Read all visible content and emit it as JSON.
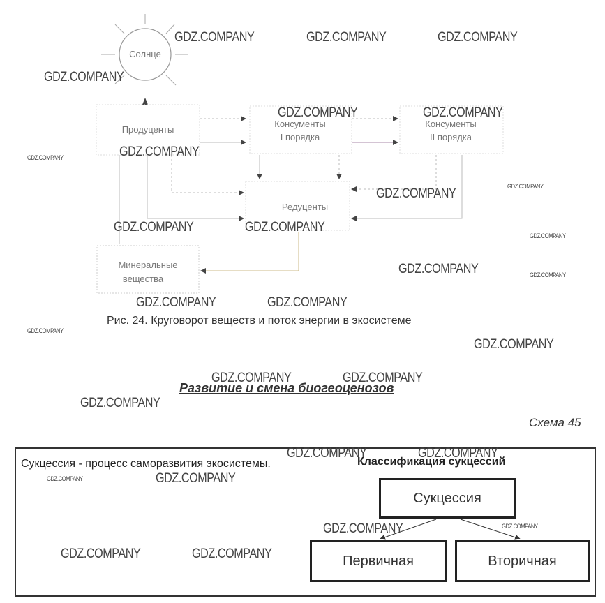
{
  "diagram": {
    "nodes": {
      "sun": "Солнце",
      "producers": "Продуценты",
      "consumers1_line1": "Консументы",
      "consumers1_line2": "I порядка",
      "consumers2_line1": "Консументы",
      "consumers2_line2": "II порядка",
      "reducers": "Редуценты",
      "minerals_line1": "Минеральные",
      "minerals_line2": "вещества"
    },
    "caption": "Рис. 24. Круговорот веществ и поток энергии в экосистеме"
  },
  "section": {
    "title": "Развитие и смена биогеоценозов",
    "scheme_label": "Схема 45"
  },
  "table": {
    "definition_term": "Сукцессия",
    "definition_rest": " - процесс саморазвития экосистемы.",
    "classification_title": "Классификация сукцессий",
    "root_box": "Сукцессия",
    "left_box": "Первичная",
    "right_box": "Вторичная"
  },
  "watermark": "GDZ.COMPANY"
}
